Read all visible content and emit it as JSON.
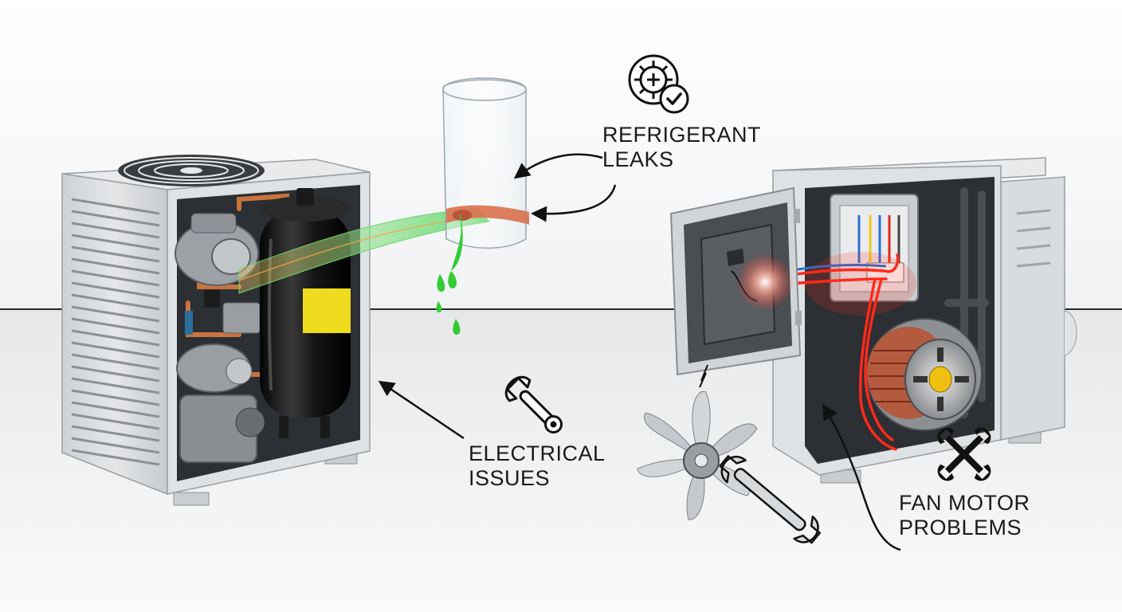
{
  "title": "Common AC Outdoor Unit Problems",
  "labels": {
    "refrigerant": [
      "REFRIGERANT",
      "LEAKS"
    ],
    "electrical": [
      "ELECTRICAL",
      "ISSUES"
    ],
    "fan_motor": [
      "FAN MOTOR",
      "PROBLEMS"
    ]
  },
  "colors": {
    "background": "#f4f5f6",
    "floor": "#eceef0",
    "horizon": "#2a2a2a",
    "casing": "#d9dcdf",
    "interior": "#2c2f33",
    "compressor": "#141414",
    "sticker": "#f0dc1e",
    "copper": "#c8743c",
    "leak": "#33cc33",
    "wire_hot": "#ff2a1a",
    "label_text": "#1a1a1a"
  },
  "icons": [
    "virus-check-icon",
    "wrench-icon",
    "crossed-wrenches-icon"
  ]
}
